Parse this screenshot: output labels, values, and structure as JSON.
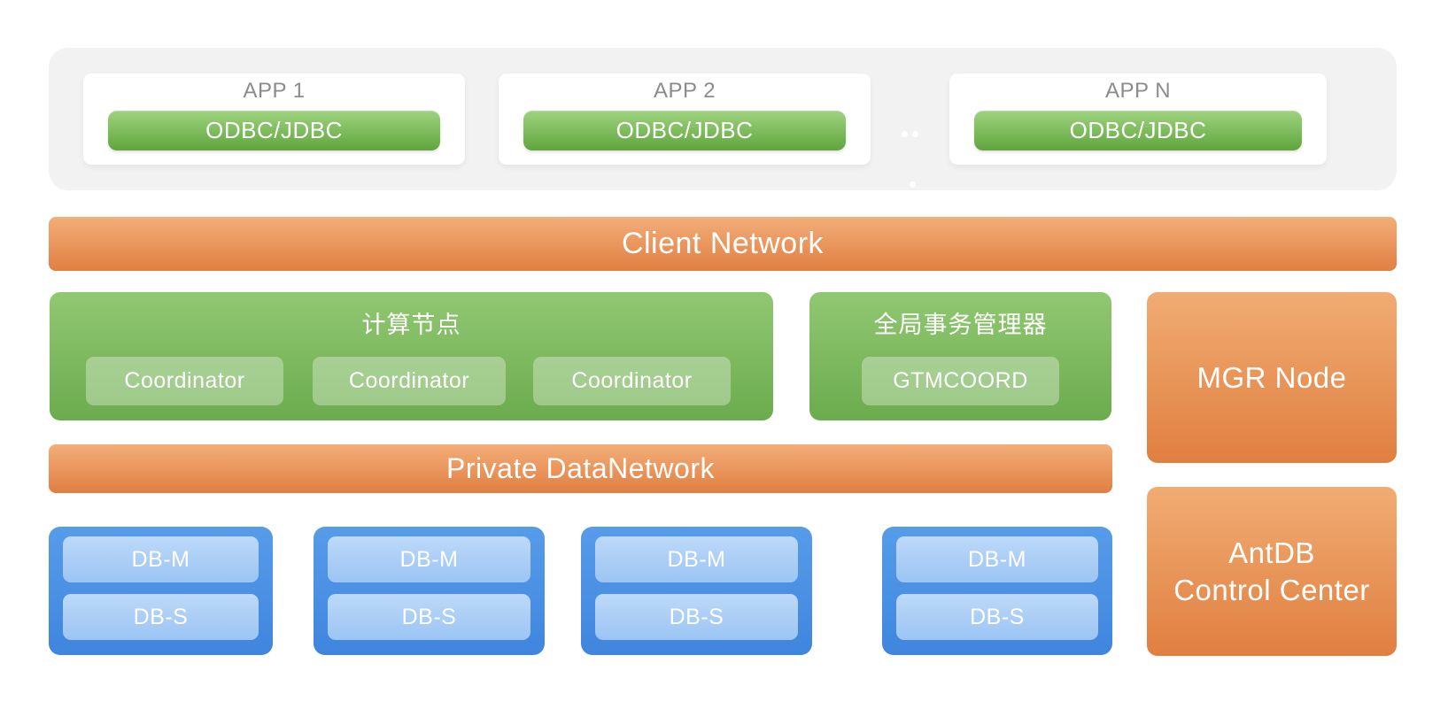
{
  "app_layer": {
    "apps": [
      {
        "title": "APP 1",
        "connector_label": "ODBC/JDBC"
      },
      {
        "title": "APP 2",
        "connector_label": "ODBC/JDBC"
      },
      {
        "title": "APP N",
        "connector_label": "ODBC/JDBC"
      }
    ]
  },
  "client_network": {
    "label": "Client Network"
  },
  "compute_nodes": {
    "title": "计算节点",
    "coordinators": [
      "Coordinator",
      "Coordinator",
      "Coordinator"
    ]
  },
  "gtm": {
    "title": "全局事务管理器",
    "node_label": "GTMCOORD"
  },
  "mgr_node": {
    "label": "MGR Node"
  },
  "private_network": {
    "label": "Private DataNetwork"
  },
  "data_nodes": [
    {
      "master": "DB-M",
      "slave": "DB-S"
    },
    {
      "master": "DB-M",
      "slave": "DB-S"
    },
    {
      "master": "DB-M",
      "slave": "DB-S"
    },
    {
      "master": "DB-M",
      "slave": "DB-S"
    }
  ],
  "control_center": {
    "lines": [
      "AntDB",
      "Control Center"
    ]
  },
  "colors": {
    "panel_gray": "#F2F2F3",
    "card_white": "#FFFFFF",
    "app_title_gray": "#8B8B8B",
    "orange_top": "#F3AE79",
    "orange_bottom": "#E07F42",
    "green_top": "#91C872",
    "green_bottom": "#6CAB4E",
    "green_button_top": "#9ED37F",
    "green_button_bottom": "#60A53E",
    "blue_top": "#579CE9",
    "blue_bottom": "#3F85DE",
    "blue_inner_top": "#BCD9F9",
    "blue_inner_bottom": "#9CC4F3",
    "text_white": "#FFFFFF"
  }
}
